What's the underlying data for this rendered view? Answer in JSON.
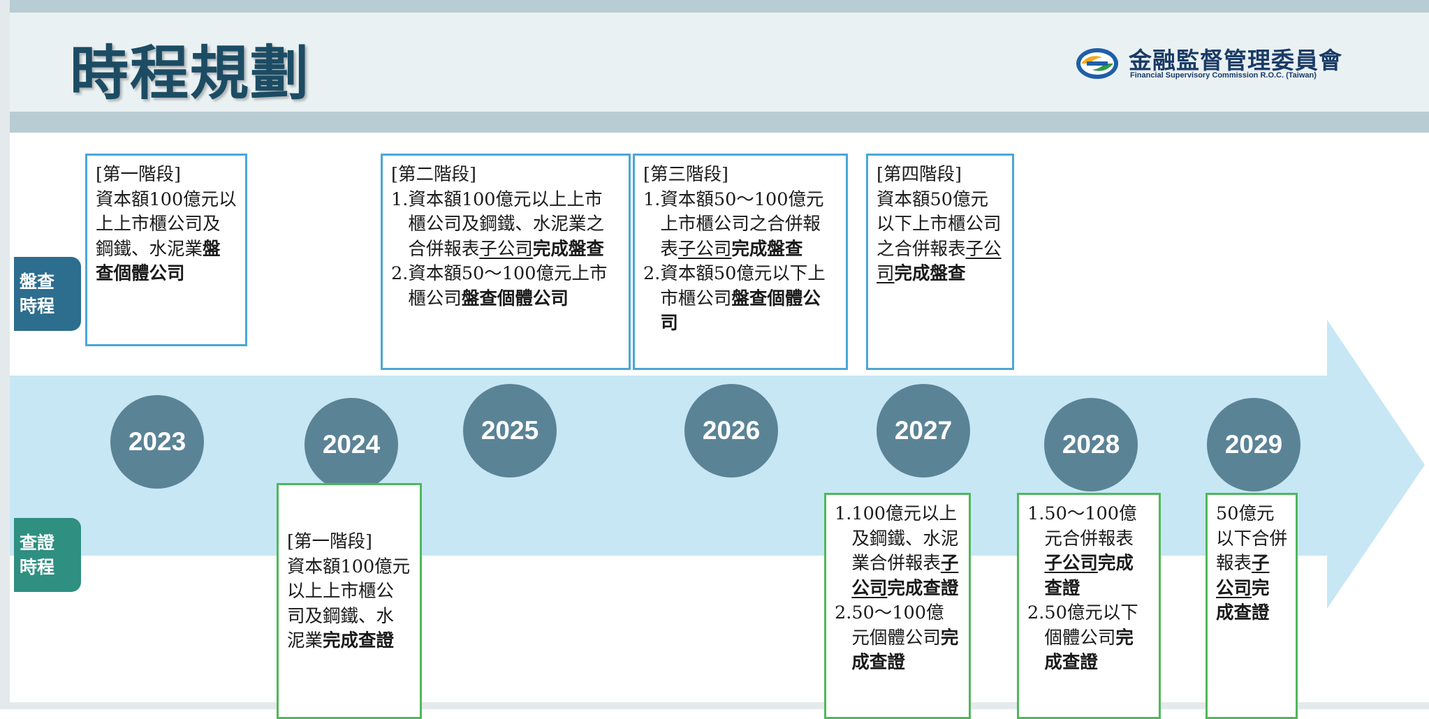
{
  "title": "時程規劃",
  "organization": {
    "name_zh": "金融監督管理委員會",
    "name_en": "Financial Supervisory Commission R.O.C. (Taiwan)"
  },
  "colors": {
    "audit_tab": "#2d6d8e",
    "verify_tab": "#2f8f80",
    "top_box_border": "#4aa6d8",
    "bottom_box_border": "#4fb85a",
    "year_circle": "#5b8396",
    "arrow": "#c7e7f5",
    "title": "#1c4c63"
  },
  "rows": {
    "audit": "盤查時程",
    "verify": "查證時程"
  },
  "years": [
    "2023",
    "2024",
    "2025",
    "2026",
    "2027",
    "2028",
    "2029"
  ],
  "audit_boxes": {
    "stage1": {
      "heading": "[第一階段]",
      "text": "資本額100億元以上上市櫃公司及鋼鐵、水泥業",
      "bold": "盤查個體公司"
    },
    "stage2": {
      "heading": "[第二階段]",
      "items": [
        {
          "num": "1.",
          "text": "資本額100億元以上上市櫃公司及鋼鐵、水泥業之合併報表",
          "underline": "子公司",
          "bold": "完成盤查"
        },
        {
          "num": "2.",
          "text": "資本額50～100億元上市櫃公司",
          "underline": "",
          "bold": "盤查個體公司"
        }
      ]
    },
    "stage3": {
      "heading": "[第三階段]",
      "items": [
        {
          "num": "1.",
          "text": "資本額50～100億元上市櫃公司之合併報表",
          "underline": "子公司",
          "bold": "完成盤查"
        },
        {
          "num": "2.",
          "text": "資本額50億元以下上市櫃公司",
          "underline": "",
          "bold": "盤查個體公司"
        }
      ]
    },
    "stage4": {
      "heading": "[第四階段]",
      "text": "資本額50億元以下上市櫃公司之合併報表",
      "underline": "子公司",
      "bold": "完成盤查"
    }
  },
  "verify_boxes": {
    "stage1": {
      "heading": "[第一階段]",
      "text": "資本額100億元以上上市櫃公司及鋼鐵、水泥業",
      "bold": "完成查證"
    },
    "y2027": {
      "items": [
        {
          "num": "1.",
          "text": "100億元以上及鋼鐵、水泥業合併報表",
          "underline_bold": "子公司",
          "bold": "完成查證"
        },
        {
          "num": "2.",
          "text": "50～100億元個體公司",
          "underline_bold": "",
          "bold": "完成查證"
        }
      ]
    },
    "y2028": {
      "items": [
        {
          "num": "1.",
          "text": "50～100億元合併報表",
          "underline_bold": "子公司",
          "bold": "完成查證"
        },
        {
          "num": "2.",
          "text": "50億元以下個體公司",
          "underline_bold": "",
          "bold": "完成查證"
        }
      ]
    },
    "y2029": {
      "text": "50億元以下合併報表",
      "underline_bold": "子公司",
      "bold": "完成查證"
    }
  }
}
